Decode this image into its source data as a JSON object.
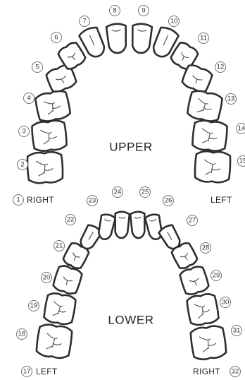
{
  "upper": {
    "title": "UPPER",
    "right_label": "RIGHT",
    "left_label": "LEFT",
    "right_label_number": "1",
    "teeth": [
      "2",
      "3",
      "4",
      "5",
      "6",
      "7",
      "8",
      "9",
      "10",
      "11",
      "12",
      "13",
      "14",
      "15"
    ]
  },
  "lower": {
    "title": "LOWER",
    "left_label": "LEFT",
    "right_label": "RIGHT",
    "left_label_number": "17",
    "right_label_number": "32",
    "teeth": [
      "18",
      "19",
      "20",
      "21",
      "22",
      "23",
      "24",
      "25",
      "26",
      "27",
      "28",
      "29",
      "30",
      "31"
    ]
  },
  "colors": {
    "outline": "#2e2e2e",
    "background": "#ffffff"
  }
}
